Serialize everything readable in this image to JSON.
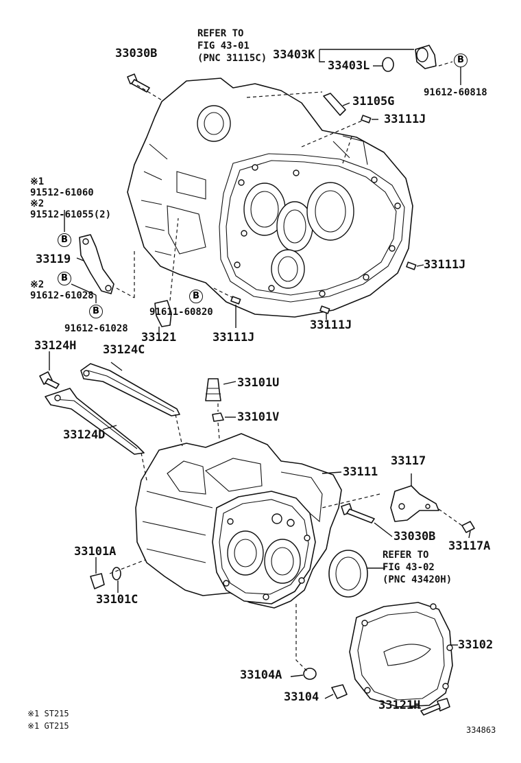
{
  "refer_top": {
    "line1": "REFER TO",
    "line2": "FIG 43-01",
    "line3": "(PNC 31115C)"
  },
  "refer_mid": {
    "line1": "REFER TO",
    "line2": "FIG 43-02",
    "line3": "(PNC 43420H)"
  },
  "parts": {
    "p33030B_top": "33030B",
    "p33403K": "33403K",
    "p33403L": "33403L",
    "p91612_60818": "91612-60818",
    "p31105G": "31105G",
    "p33111J_a": "33111J",
    "p33111J_b": "33111J",
    "p33111J_c": "33111J",
    "p33111J_d": "33111J",
    "p33119": "33119",
    "p91612_61028_a": "91612-61028",
    "p91612_61028_b": "91612-61028",
    "p91611_60820": "91611-60820",
    "p33121": "33121",
    "p33124H": "33124H",
    "p33124C": "33124C",
    "p33124D": "33124D",
    "p33101U": "33101U",
    "p33101V": "33101V",
    "p33111": "33111",
    "p33117": "33117",
    "p33030B_low": "33030B",
    "p33117A": "33117A",
    "p33101A": "33101A",
    "p33101C": "33101C",
    "p33102": "33102",
    "p33104A": "33104A",
    "p33104": "33104",
    "p33121H": "33121H"
  },
  "alt_note": {
    "mark1": "※1",
    "part1": "91512-61060",
    "mark2": "※2",
    "part2": "91512-61055(2)",
    "mark_b": "※2"
  },
  "circle_letter": "B",
  "footnotes": {
    "f1": "※1 ST215",
    "f2": "※1 GT215"
  },
  "figure_id": "334863"
}
